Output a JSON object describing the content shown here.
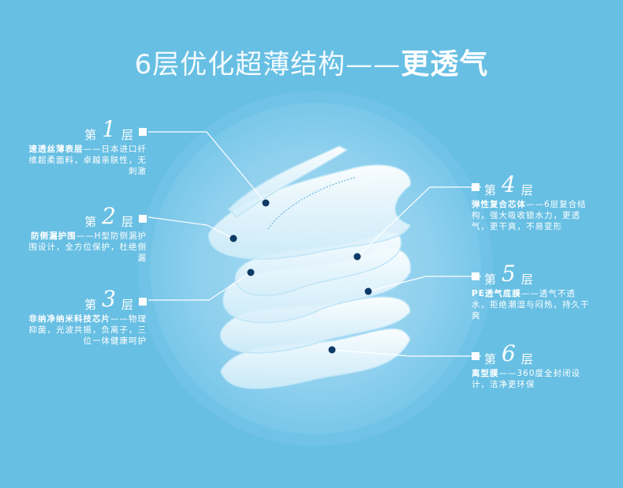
{
  "title": {
    "light": "6层优化超薄结构——",
    "bold": "更透气"
  },
  "layers": [
    {
      "prefix": "第",
      "number": "1",
      "suffix": "层",
      "name": "速透丝薄表层",
      "desc": "——日本进口纤维超柔面料，卓越亲肤性，无刺激"
    },
    {
      "prefix": "第",
      "number": "2",
      "suffix": "层",
      "name": "防侧漏护围",
      "desc": "——H型防侧漏护围设计，全方位保护，杜绝侧漏"
    },
    {
      "prefix": "第",
      "number": "3",
      "suffix": "层",
      "name": "非纳净纳米科技芯片",
      "desc": "——物理抑菌，光波共振，负离子，三位一体健康呵护"
    },
    {
      "prefix": "第",
      "number": "4",
      "suffix": "层",
      "name": "弹性复合芯体",
      "desc": "——6层复合结构，强大吸收锁水力，更透气，更干爽，不易变形"
    },
    {
      "prefix": "第",
      "number": "5",
      "suffix": "层",
      "name": "PE透气底膜",
      "desc": "——透气不透水，拒绝潮湿与闷热，持久干爽"
    },
    {
      "prefix": "第",
      "number": "6",
      "suffix": "层",
      "name": "离型膜",
      "desc": "——360度全封闭设计，洁净更环保"
    }
  ],
  "colors": {
    "background": "#67bfe3",
    "dot": "#0d3a66"
  }
}
